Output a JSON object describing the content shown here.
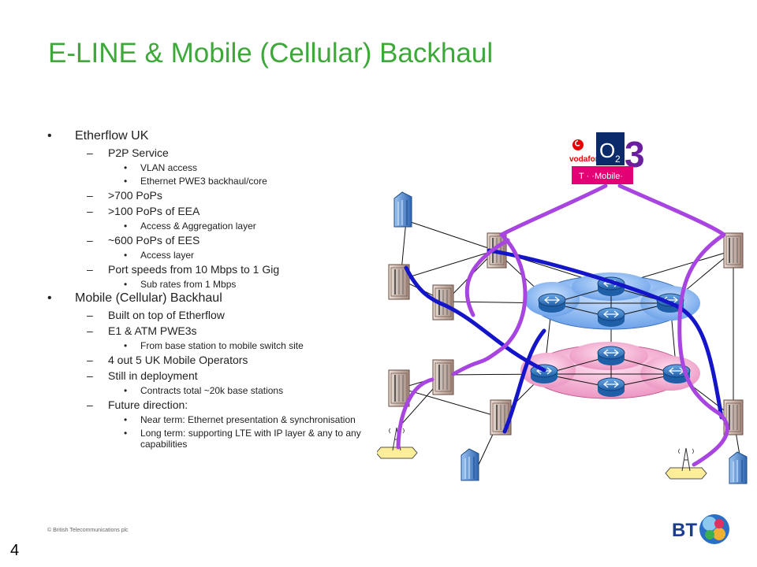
{
  "title": "E-LINE & Mobile (Cellular) Backhaul",
  "bullets": [
    {
      "label": "Etherflow UK",
      "children": [
        {
          "label": "P2P Service",
          "children": [
            "VLAN access",
            "Ethernet PWE3 backhaul/core"
          ]
        },
        {
          "label": ">700 PoPs",
          "children": []
        },
        {
          "label": ">100 PoPs of EEA",
          "children": [
            "Access & Aggregation layer"
          ]
        },
        {
          "label": "~600 PoPs of EES",
          "children": [
            "Access layer"
          ]
        },
        {
          "label": "Port speeds from 10 Mbps to 1 Gig",
          "children": [
            "Sub rates from 1 Mbps"
          ]
        }
      ]
    },
    {
      "label": "Mobile (Cellular) Backhaul",
      "children": [
        {
          "label": "Built on top of Etherflow",
          "children": []
        },
        {
          "label": "E1 & ATM PWE3s",
          "children": [
            "From base station to mobile switch site"
          ]
        },
        {
          "label": "4 out 5 UK Mobile Operators",
          "children": []
        },
        {
          "label": "Still in deployment",
          "children": [
            "Contracts total ~20k base stations"
          ]
        },
        {
          "label": "Future direction:",
          "children": [
            "Near term: Ethernet presentation & synchronisation",
            "Long term: supporting LTE with IP layer & any to any capabilities"
          ]
        }
      ]
    }
  ],
  "operators": {
    "vodafone": "vodafone",
    "o2": "O",
    "o2_sub": "2",
    "three": "3",
    "tmobile": "T · ·Mobile·"
  },
  "footer": {
    "copyright": "© British Telecommunications plc",
    "page_number": "4",
    "logo_text": "BT"
  },
  "colors": {
    "title": "#3ea83a",
    "purple_path": "#a845e0",
    "blue_path": "#1414c8",
    "blue_cloud": "#6aa6ee",
    "pink_cloud": "#ef9fc8"
  },
  "icons": [
    "building-icon",
    "switch-rack-icon",
    "router-icon",
    "cell-tower-icon"
  ]
}
